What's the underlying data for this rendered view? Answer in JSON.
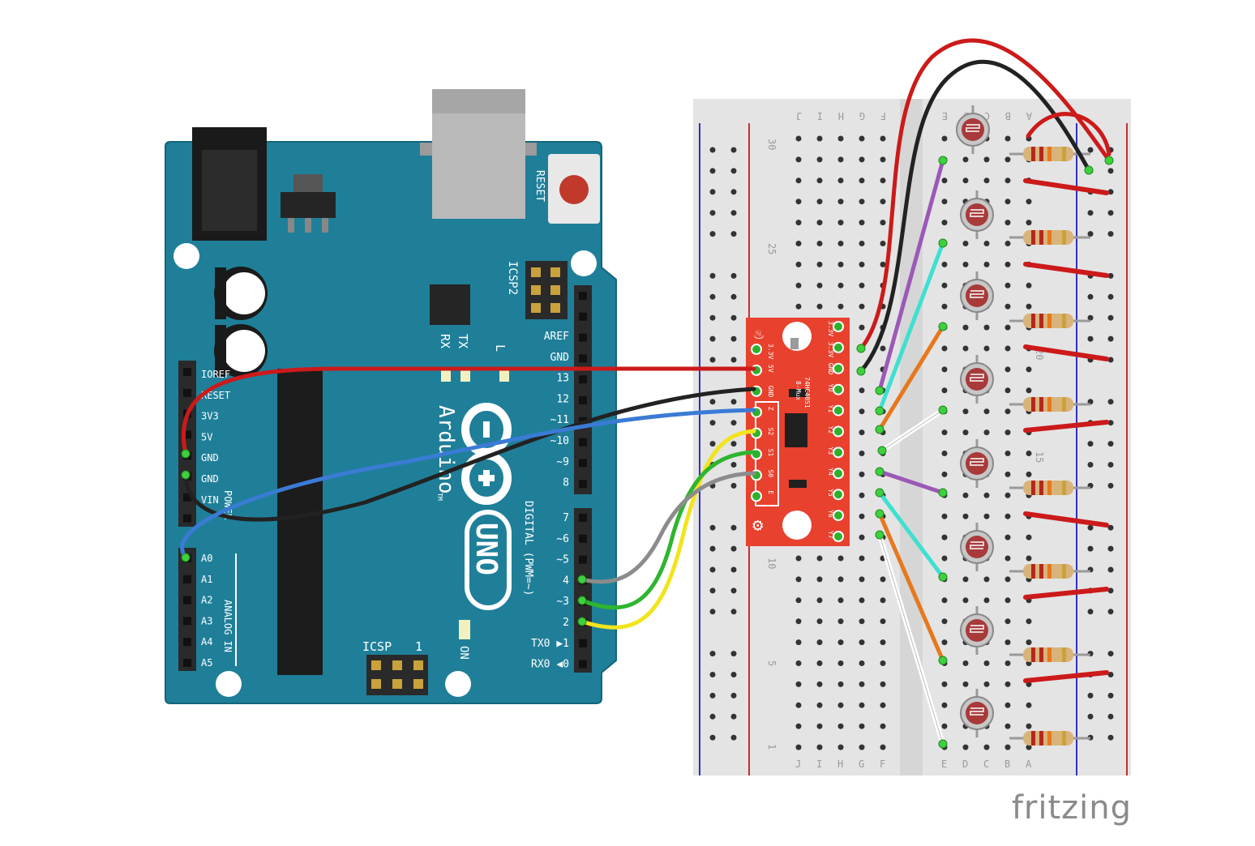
{
  "arduino": {
    "brand": "Arduino",
    "model": "UNO",
    "tm": "TM",
    "reset_label": "RESET",
    "icsp2_label": "ICSP2",
    "icsp_label": "ICSP",
    "icsp_pin1": "1",
    "tx_label": "TX",
    "rx_label": "RX",
    "l_label": "L",
    "on_label": "ON",
    "digital_label": "DIGITAL (PWM=~)",
    "power_label": "POWER",
    "analog_label": "ANALOG IN",
    "power_pins": [
      "IOREF",
      "RESET",
      "3V3",
      "5V",
      "GND",
      "GND",
      "VIN"
    ],
    "analog_pins": [
      "A0",
      "A1",
      "A2",
      "A3",
      "A4",
      "A5"
    ],
    "digital_upper": [
      "AREF",
      "GND",
      "13",
      "12",
      "~11",
      "~10",
      "~9",
      "8"
    ],
    "digital_lower": [
      "7",
      "~6",
      "~5",
      "4",
      "~3",
      "2",
      "TX0 ▶1",
      "RX0 ◀0"
    ],
    "colors": {
      "board": "#1f7f99",
      "board_edge": "#14657a"
    }
  },
  "breadboard": {
    "top_letters": [
      "J",
      "I",
      "H",
      "G",
      "F",
      "E",
      "D",
      "C",
      "B",
      "A"
    ],
    "row_numbers": [
      "30",
      "25",
      "20",
      "15",
      "10",
      "5",
      "1"
    ]
  },
  "mux": {
    "title": "74HC4051",
    "subtitle": "8-Mux",
    "left_pins": [
      "3.3V",
      "5V",
      "GND",
      "Z",
      "S2",
      "S1",
      "S0",
      "E"
    ],
    "right_pins": [
      "3.3V",
      "3.3V",
      "GND",
      "Y0",
      "Y1",
      "Y2",
      "Y3",
      "Y4",
      "Y5",
      "Y6",
      "Y7"
    ],
    "colors": {
      "board": "#e8412e"
    }
  },
  "wire_colors": {
    "red": "#cc1a1a",
    "black": "#222222",
    "blue": "#3a7bd5",
    "yellow": "#f2e41d",
    "green": "#2fb52f",
    "gray": "#8c8c8c",
    "purple": "#9b59b6",
    "cyan": "#3ee0d0",
    "orange": "#e6781e",
    "white": "#ffffff"
  },
  "brand_logo": "fritzing"
}
